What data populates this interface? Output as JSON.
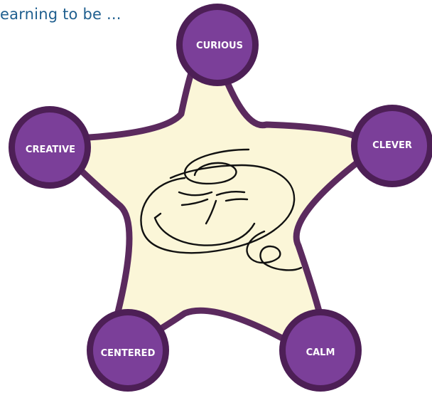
{
  "title": "earning to be ...",
  "colors": {
    "title": "#1f5f8f",
    "star_fill": "#fbf6d8",
    "star_stroke": "#5b2a5e",
    "node_fill": "#7b3f99",
    "node_stroke": "#4d1f56",
    "face_stroke": "#111111",
    "label": "#ffffff"
  },
  "center_icon": "scribble-smiley-face-icon",
  "nodes": {
    "curious": "CURIOUS",
    "clever": "CLEVER",
    "calm": "CALM",
    "centered": "CENTERED",
    "creative": "CREATIVE"
  }
}
